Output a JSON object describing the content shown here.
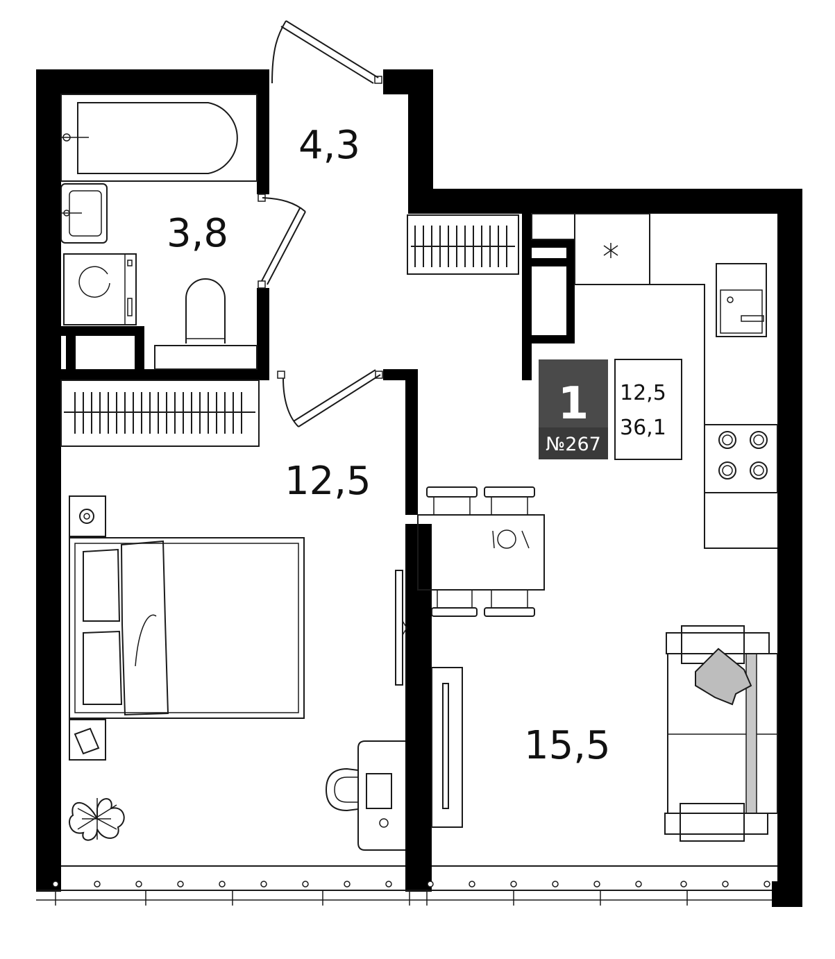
{
  "rooms": {
    "hallway_area": "4,3",
    "bathroom_area": "3,8",
    "bedroom_area": "12,5",
    "living_area": "15,5"
  },
  "info": {
    "rooms_count": "1",
    "apartment_number": "№267",
    "living_space": "12,5",
    "total_space": "36,1"
  },
  "colors": {
    "wall": "#000000",
    "badge_bg": "#4a4a4a",
    "badge_bottom": "#3a3a3a",
    "furniture_stroke": "#1a1a1a",
    "pillow_fill": "#bdbdbd"
  }
}
